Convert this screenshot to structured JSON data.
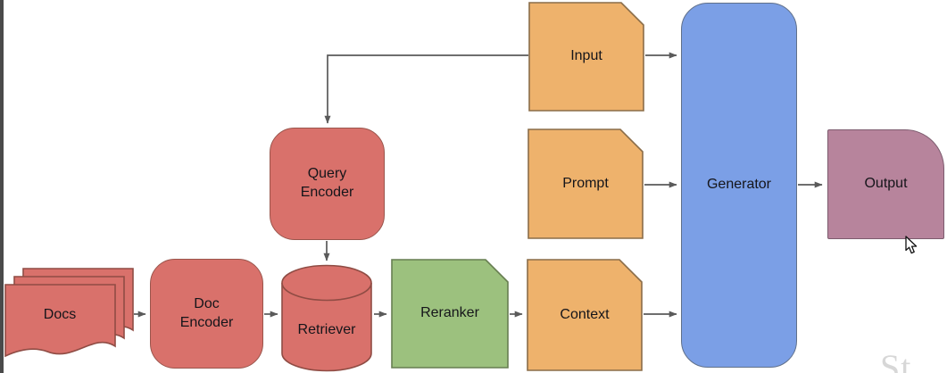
{
  "canvas": {
    "background": "#ffffff",
    "left_strip_color": "#4a4a4a",
    "watermark_text": "St"
  },
  "colors": {
    "encoder_red": "#d9716b",
    "card_orange": "#eeb26c",
    "reranker_green": "#9cc17e",
    "generator_blue": "#7b9fe6",
    "output_mauve": "#b7849c",
    "connector_gray": "#5a5a5a"
  },
  "nodes": {
    "docs": {
      "label": "Docs",
      "shape": "document-stack"
    },
    "doc_encoder": {
      "label": "Doc Encoder",
      "shape": "rounded-rect"
    },
    "retriever": {
      "label": "Retriever",
      "shape": "cylinder"
    },
    "query_encoder": {
      "label": "Query Encoder",
      "shape": "rounded-rect"
    },
    "reranker": {
      "label": "Reranker",
      "shape": "folded-card"
    },
    "context": {
      "label": "Context",
      "shape": "folded-card"
    },
    "prompt": {
      "label": "Prompt",
      "shape": "folded-card"
    },
    "input": {
      "label": "Input",
      "shape": "folded-card"
    },
    "generator": {
      "label": "Generator",
      "shape": "rounded-rect"
    },
    "output": {
      "label": "Output",
      "shape": "card-rounded-top-right"
    }
  },
  "connections": [
    {
      "from": "docs",
      "to": "doc_encoder"
    },
    {
      "from": "doc_encoder",
      "to": "retriever"
    },
    {
      "from": "input",
      "to": "query_encoder"
    },
    {
      "from": "query_encoder",
      "to": "retriever"
    },
    {
      "from": "retriever",
      "to": "reranker"
    },
    {
      "from": "reranker",
      "to": "context"
    },
    {
      "from": "context",
      "to": "generator"
    },
    {
      "from": "prompt",
      "to": "generator"
    },
    {
      "from": "input",
      "to": "generator"
    },
    {
      "from": "generator",
      "to": "output"
    }
  ]
}
